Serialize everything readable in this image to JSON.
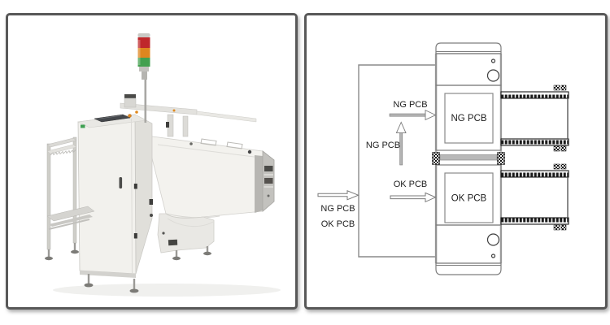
{
  "page": {
    "background": "#ffffff"
  },
  "gallery": {
    "left_panel": {
      "description": "SMT PCB unloader machine product photo",
      "tower_light_colors": {
        "top": "#bf272b",
        "middle": "#df861f",
        "bottom": "#43a04f"
      },
      "body_color": "#f2f1ed",
      "screen_color": "#45484c",
      "button_color": "#df861f"
    },
    "right_panel": {
      "description": "NG/OK PCB flow diagram",
      "line_color": "#7d7d7d",
      "text_color": "#1d1d1d",
      "labels": {
        "ng_feed": "NG PCB",
        "ng_lift": "NG PCB",
        "ok_feed": "OK PCB",
        "inlet_ng": "NG PCB",
        "inlet_ok": "OK PCB",
        "ng_zone": "NG PCB",
        "ok_zone": "OK PCB"
      }
    }
  }
}
